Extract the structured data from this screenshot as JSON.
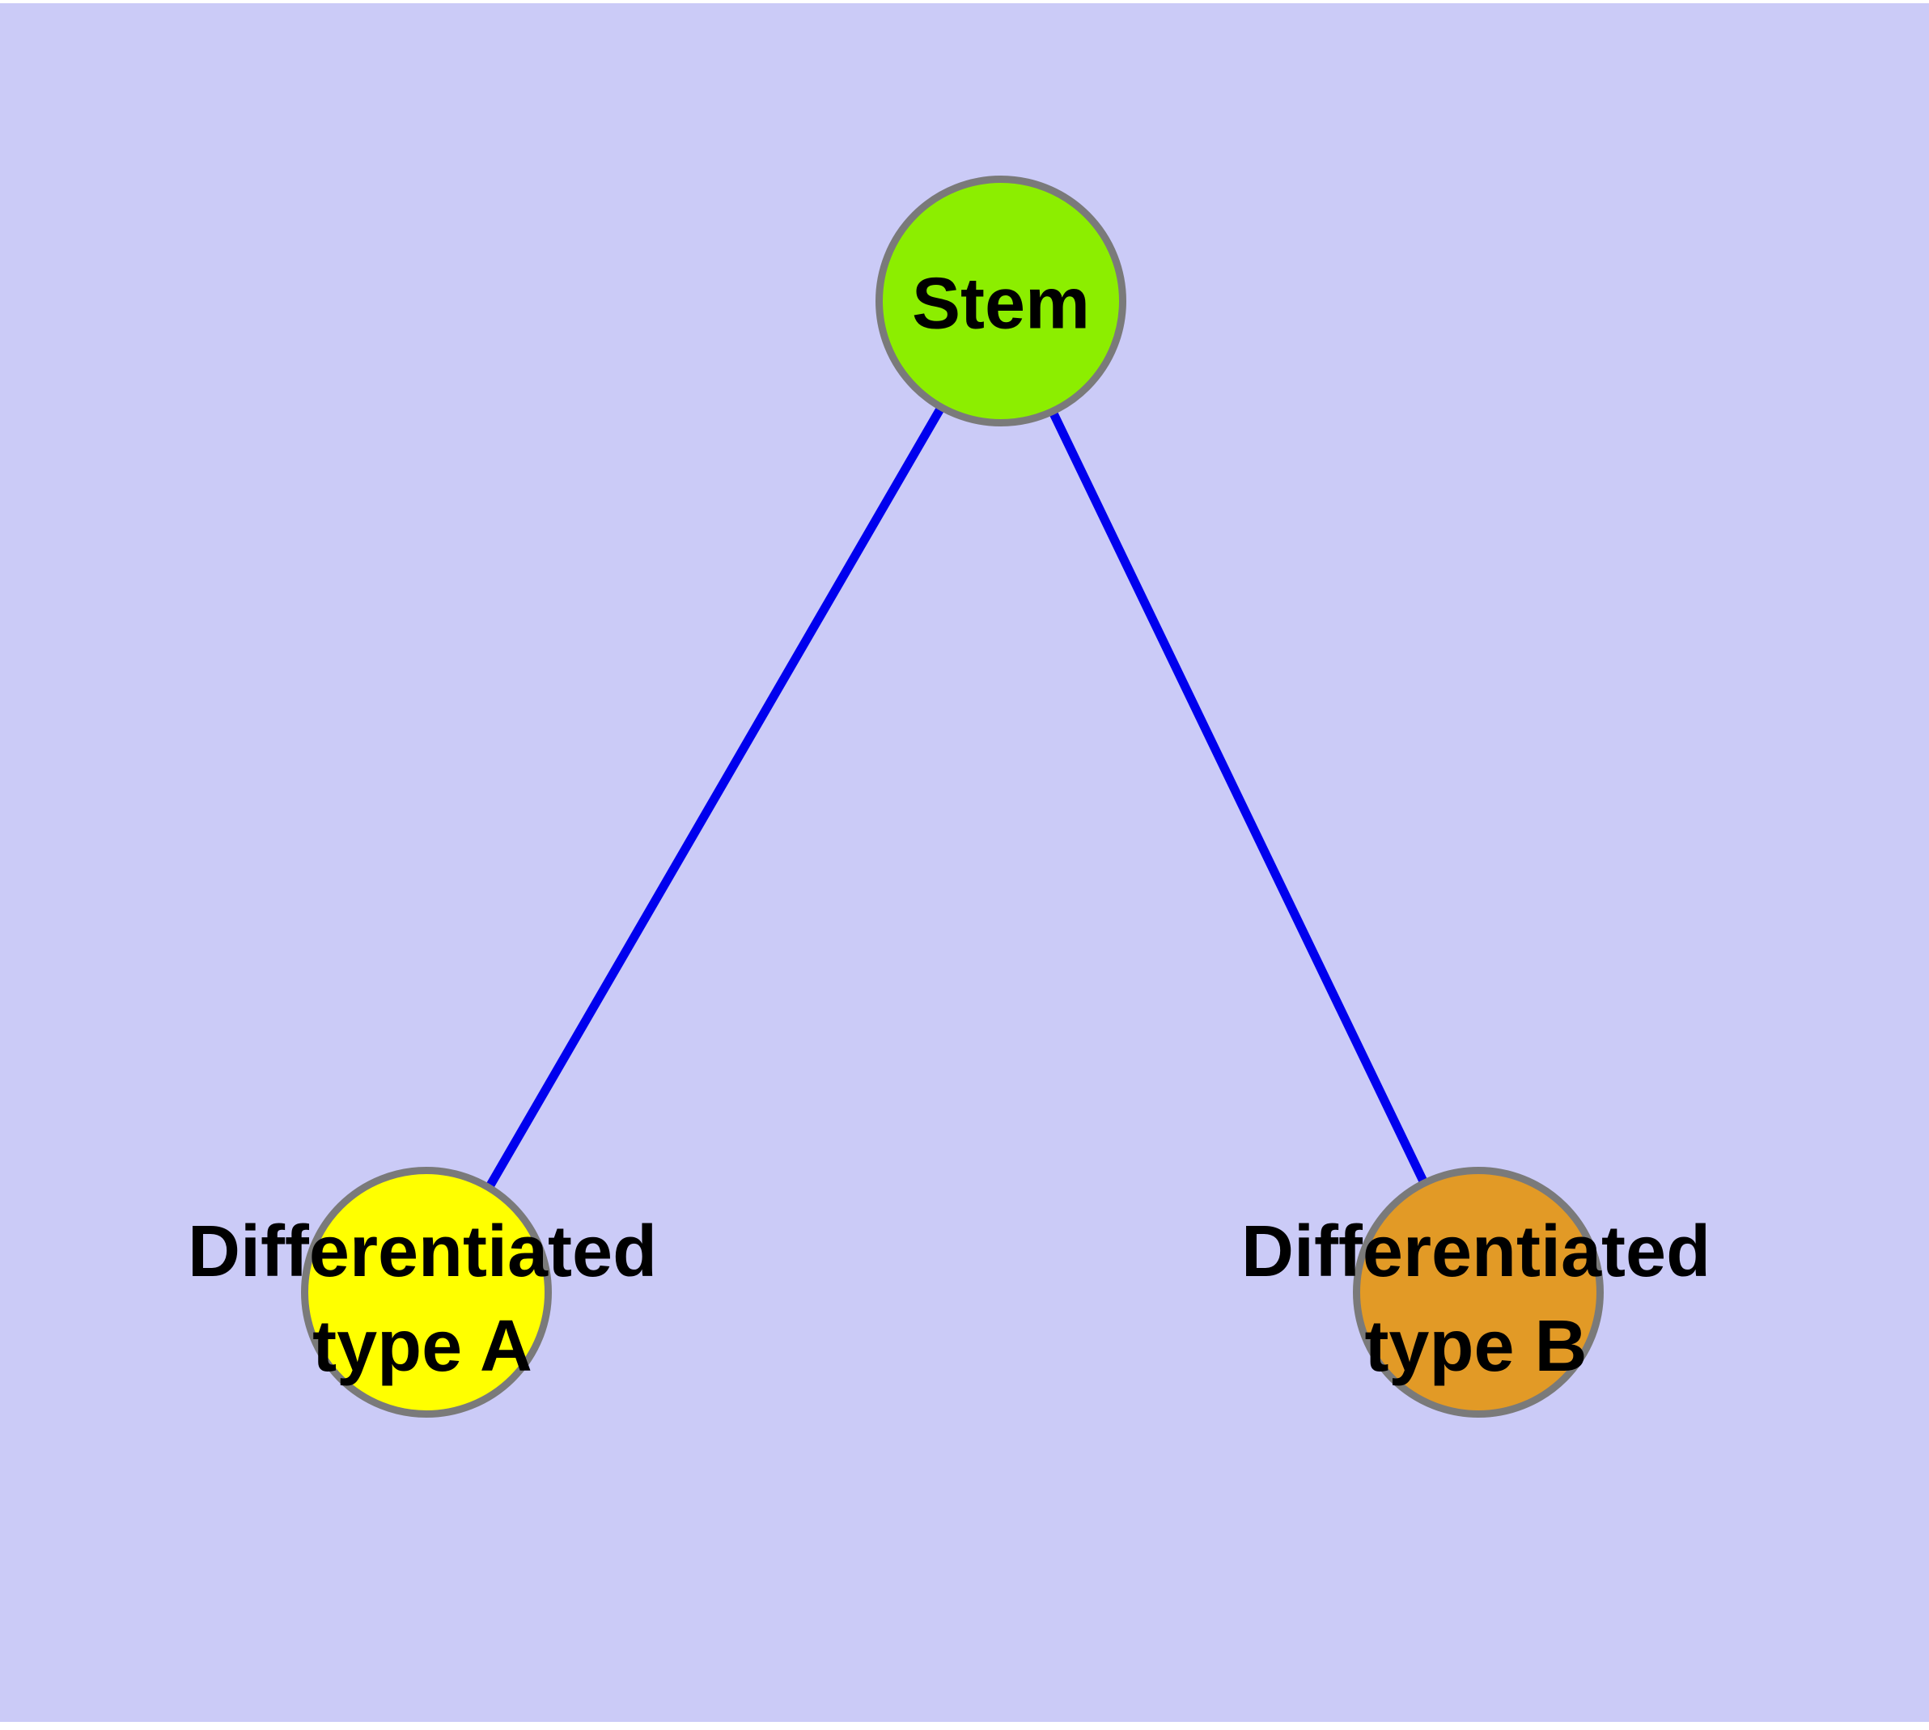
{
  "diagram": {
    "background_color": "#cbcbf7",
    "edge_color": "#0000ee",
    "node_border_color": "#7a7a7a",
    "nodes": {
      "stem": {
        "label": "Stem",
        "fill": "#8cee00"
      },
      "type_a": {
        "line1": "Differentiated",
        "line2": "type A",
        "fill": "#ffff00"
      },
      "type_b": {
        "line1": "Differentiated",
        "line2": "type B",
        "fill": "#e29a26"
      }
    },
    "edges": [
      {
        "from": "stem",
        "to": "type_a"
      },
      {
        "from": "stem",
        "to": "type_b"
      }
    ]
  }
}
